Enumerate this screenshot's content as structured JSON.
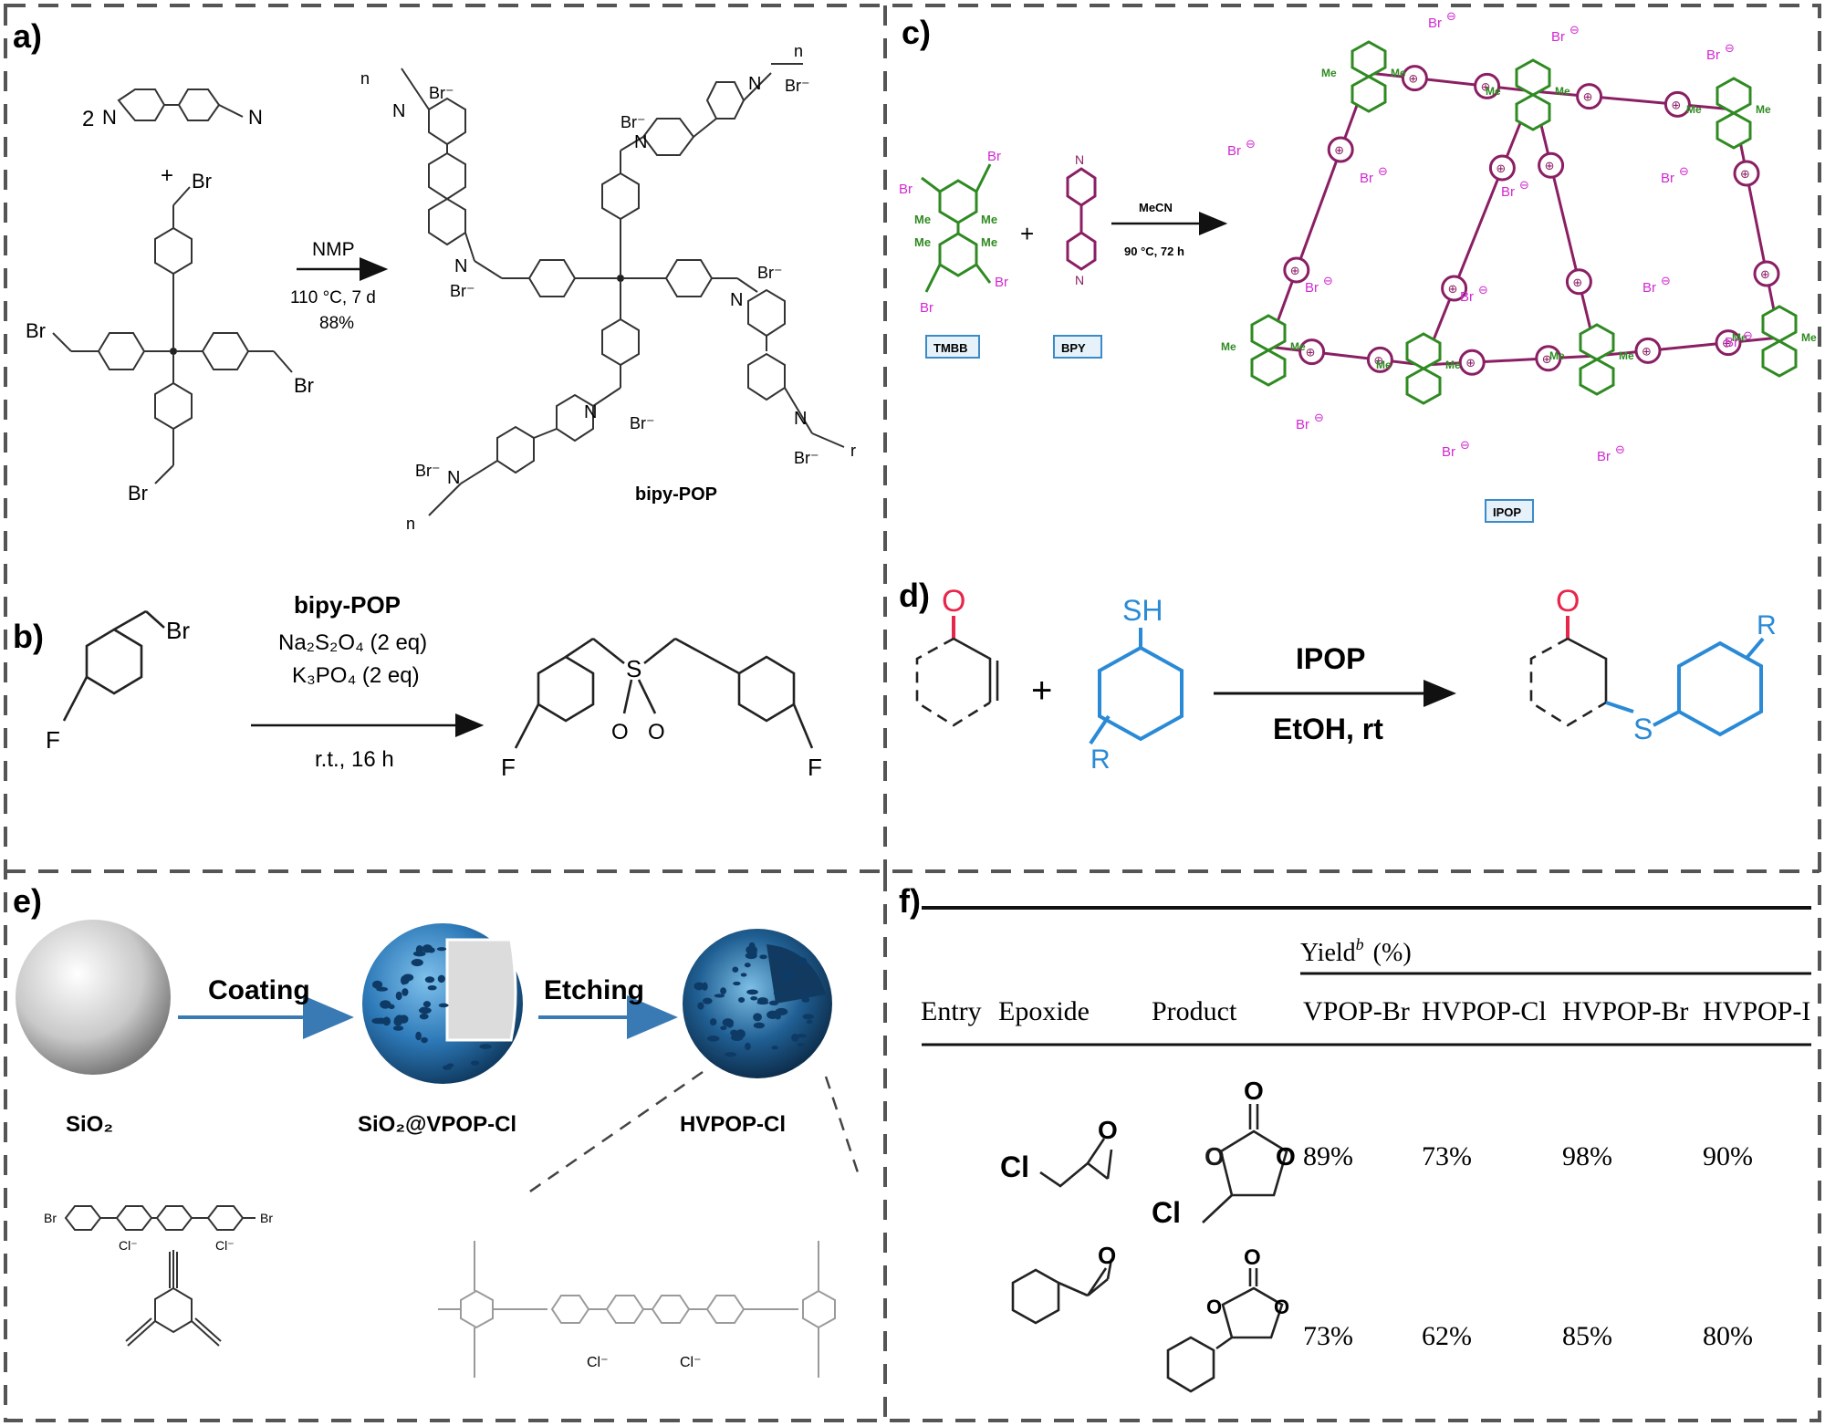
{
  "panels": {
    "a": {
      "letter": "a)",
      "reagent_count": "2",
      "plus": "+",
      "solvent": "NMP",
      "conditions": "110 °C, 7 d",
      "yield": "88%",
      "product": "bipy-POP",
      "atom_br": "Br",
      "atom_n": "N",
      "counterion": "Br⁻",
      "repeat_n": "n",
      "repeat_r": "r"
    },
    "b": {
      "letter": "b)",
      "reagent_1": "bipy-POP",
      "reagent_2": "Na₂S₂O₄ (2 eq)",
      "reagent_3": "K₃PO₄ (2 eq)",
      "conditions": "r.t., 16 h",
      "atom_br": "Br",
      "atom_f": "F",
      "atom_s": "S",
      "atom_o": "O"
    },
    "c": {
      "letter": "c)",
      "label_tmbb": "TMBB",
      "label_bpy": "BPY",
      "label_ipop": "IPOP",
      "solvent": "MeCN",
      "conditions": "90 °C, 72 h",
      "plus": "+",
      "atom_br": "Br",
      "me": "Me",
      "counterion": "Br",
      "minus": "⊖",
      "plus_charge": "⊕",
      "atom_n": "N"
    },
    "d": {
      "letter": "d)",
      "catalyst": "IPOP",
      "conditions": "EtOH, rt",
      "plus": "+",
      "atom_o": "O",
      "sh": "SH",
      "atom_s": "S",
      "r": "R"
    },
    "e": {
      "letter": "e)",
      "step_1": "Coating",
      "step_2": "Etching",
      "sphere_1": "SiO₂",
      "sphere_2": "SiO₂@VPOP-Cl",
      "sphere_3": "HVPOP-Cl",
      "atom_br": "Br",
      "counterion": "Cl⁻"
    },
    "f": {
      "letter": "f)",
      "yield_header": "Yield",
      "yield_superscript": "b",
      "yield_unit": "(%)",
      "columns": [
        "Entry",
        "Epoxide",
        "Product",
        "VPOP-Br",
        "HVPOP-Cl",
        "HVPOP-Br",
        "HVPOP-I"
      ],
      "rows": [
        {
          "epoxide_atom": "Cl",
          "product_atom": "Cl",
          "yields": [
            "89%",
            "73%",
            "98%",
            "90%"
          ]
        },
        {
          "epoxide_atom": "",
          "product_atom": "",
          "yields": [
            "73%",
            "62%",
            "85%",
            "80%"
          ]
        }
      ],
      "atom_o": "O"
    }
  },
  "colors": {
    "border": "#555555",
    "tmbb_green": "#2f8a22",
    "bipyridinium_purple": "#8a1f63",
    "counterion_magenta": "#d12ad1",
    "oxygen_red": "#e8254a",
    "thiol_blue": "#2a8ad6",
    "sphere_blue": "#2d79b8",
    "label_box_blue": "#3b8bc8"
  }
}
